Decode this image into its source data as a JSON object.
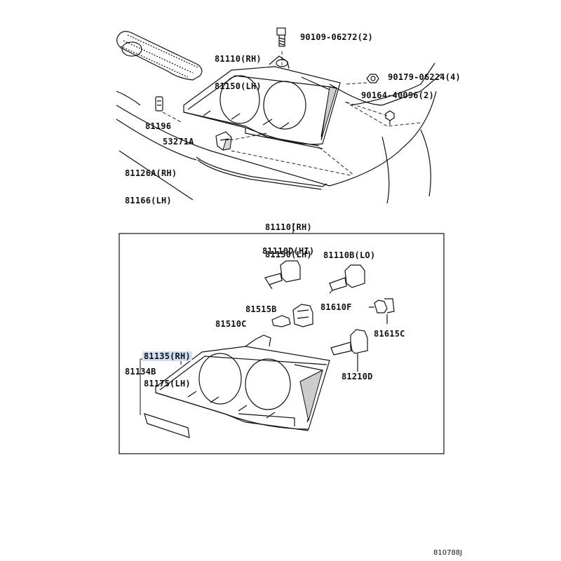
{
  "top_view": {
    "headlamp_rh": "81110(RH)",
    "headlamp_lh": "81150(LH)",
    "bolt": "90109-06272(2)",
    "nut": "90179-06224(4)",
    "screw": "90164-40096(2)",
    "clip": "81196",
    "bracket": "53271A",
    "molding_rh": "81126A(RH)",
    "molding_lh": "81166(LH)"
  },
  "assembly": {
    "title_rh": "81110(RH)",
    "title_lh": "81150(LH)",
    "bulb_hi": "81110D(HI)",
    "bulb_lo": "81110B(LO)",
    "socket": "81515B",
    "bulb_small": "81510C",
    "socket_2": "81610F",
    "bulb_2": "81615C",
    "bulb_fog": "81210D",
    "unit_rh": "81135(RH)",
    "unit_lh": "81175(LH)",
    "lens": "81134B"
  },
  "diagram_code": "810788J",
  "colors": {
    "highlight": "#cfe0f3",
    "line": "#111111",
    "shade": "#d9d9d9"
  }
}
